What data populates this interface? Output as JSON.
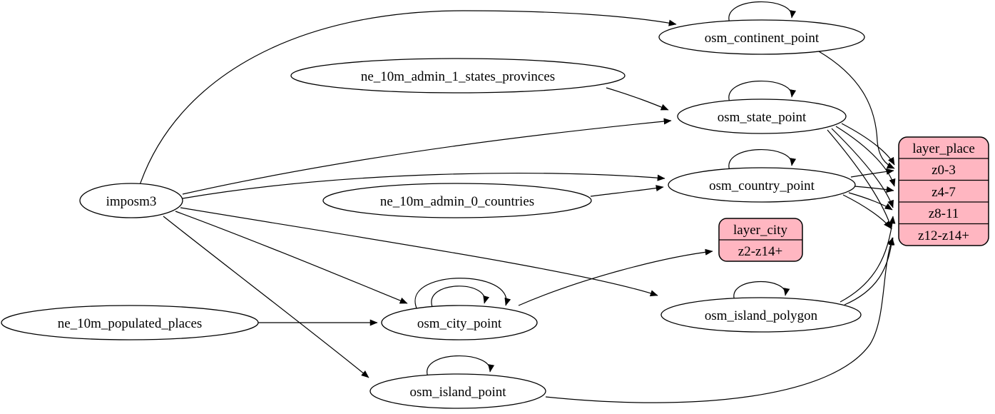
{
  "diagram": {
    "type": "graphviz-dataflow",
    "colors": {
      "background": "#FFFFFF",
      "edge": "#000000",
      "node_fill": "#FFFFFF",
      "node_stroke": "#000000",
      "record_fill": "#FFB6C1"
    },
    "nodes": {
      "imposm3": "imposm3",
      "ne_10m_admin_1_states_provinces": "ne_10m_admin_1_states_provinces",
      "ne_10m_admin_0_countries": "ne_10m_admin_0_countries",
      "ne_10m_populated_places": "ne_10m_populated_places",
      "osm_continent_point": "osm_continent_point",
      "osm_state_point": "osm_state_point",
      "osm_country_point": "osm_country_point",
      "osm_city_point": "osm_city_point",
      "osm_island_polygon": "osm_island_polygon",
      "osm_island_point": "osm_island_point"
    },
    "records": {
      "layer_city": {
        "title": "layer_city",
        "rows": [
          "z2-z14+"
        ]
      },
      "layer_place": {
        "title": "layer_place",
        "rows": [
          "z0-3",
          "z4-7",
          "z8-11",
          "z12-z14+"
        ]
      }
    },
    "edges": [
      "imposm3 -> osm_continent_point",
      "imposm3 -> osm_state_point",
      "imposm3 -> osm_country_point",
      "imposm3 -> osm_city_point",
      "imposm3 -> osm_island_polygon",
      "imposm3 -> osm_island_point",
      "ne_10m_admin_1_states_provinces -> osm_state_point",
      "ne_10m_admin_0_countries -> osm_country_point",
      "ne_10m_populated_places -> osm_city_point",
      "osm_continent_point -> layer_place:z0-3",
      "osm_state_point -> layer_place:z0-3",
      "osm_state_point -> layer_place:z4-7",
      "osm_state_point -> layer_place:z8-11",
      "osm_state_point -> layer_place:z12-z14+",
      "osm_country_point -> layer_place:z0-3",
      "osm_country_point -> layer_place:z4-7",
      "osm_country_point -> layer_place:z8-11",
      "osm_country_point -> layer_place:z12-z14+",
      "osm_island_polygon -> layer_place:z8-11",
      "osm_island_polygon -> layer_place:z12-z14+",
      "osm_island_point -> layer_place:z12-z14+",
      "osm_city_point -> layer_city:z2-z14+",
      "osm_continent_point -> osm_continent_point",
      "osm_state_point -> osm_state_point",
      "osm_country_point -> osm_country_point",
      "osm_city_point -> osm_city_point",
      "osm_city_point -> osm_city_point",
      "osm_island_polygon -> osm_island_polygon",
      "osm_island_point -> osm_island_point"
    ]
  }
}
